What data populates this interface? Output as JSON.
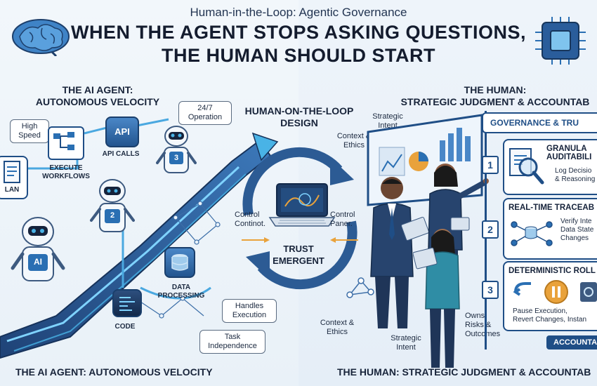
{
  "header": {
    "topline": "Human-in-the-Loop: Agentic Governance",
    "headline_line1": "WHEN THE AGENT STOPS ASKING QUESTIONS,",
    "headline_line2": "THE HUMAN SHOULD START"
  },
  "left": {
    "title_line1": "THE AI AGENT:",
    "title_line2": "AUTONOMOUS VELOCITY",
    "bubble_high_speed": "High\nSpeed",
    "bubble_247": "24/7\nOperation",
    "plan_label": "LAN",
    "execute_label": "EXECUTE\nWORKFLOWS",
    "api_tile": "API",
    "api_label": "API CALLS",
    "data_label": "DATA\nPROCESSING",
    "code_label": "CODE",
    "handles": "Handles\nExecution",
    "task_indep": "Task\nIndependence",
    "robot_badges": [
      "AI",
      "2",
      "3"
    ],
    "footer": "THE AI AGENT: AUTONOMOUS VELOCITY"
  },
  "center": {
    "title_line1": "HUMAN-ON-THE-LOOP",
    "title_line2": "DESIGN",
    "control_left": "Control\nContinot.",
    "control_right": "Control\nPaner.",
    "trust": "TRUST\nEMERGENT"
  },
  "right": {
    "title_line1": "THE HUMAN:",
    "title_line2": "STRATEGIC JUDGMENT & ACCOUNTAB",
    "strategic_top": "Strategic\nIntent",
    "context_top": "Context &\nEthics",
    "context_bottom": "Context &\nEthics",
    "strategic_bottom": "Strategic\nIntent",
    "owns": "Owns\nRisks &\nOutcomes",
    "gov_header": "GOVERNANCE & TRU",
    "items": [
      {
        "num": "1",
        "title": "GRANULA",
        "title2": "AUDITABILI",
        "text": "Log Decisio\n& Reasoning"
      },
      {
        "num": "2",
        "title": "REAL-TIME TRACEAB",
        "text": "Verify Inte\nData State\nChanges"
      },
      {
        "num": "3",
        "title": "DETERMINISTIC ROLL",
        "text": "Pause Execution,\nRevert Changes, Instan"
      }
    ],
    "accountability": "ACCOUNTAB",
    "footer": "THE HUMAN: STRATEGIC JUDGMENT & ACCOUNTAB"
  },
  "colors": {
    "accent": "#1f4e86",
    "bg": "#eef4fa",
    "glow": "#49b3e6",
    "track": "#2c5b94"
  }
}
